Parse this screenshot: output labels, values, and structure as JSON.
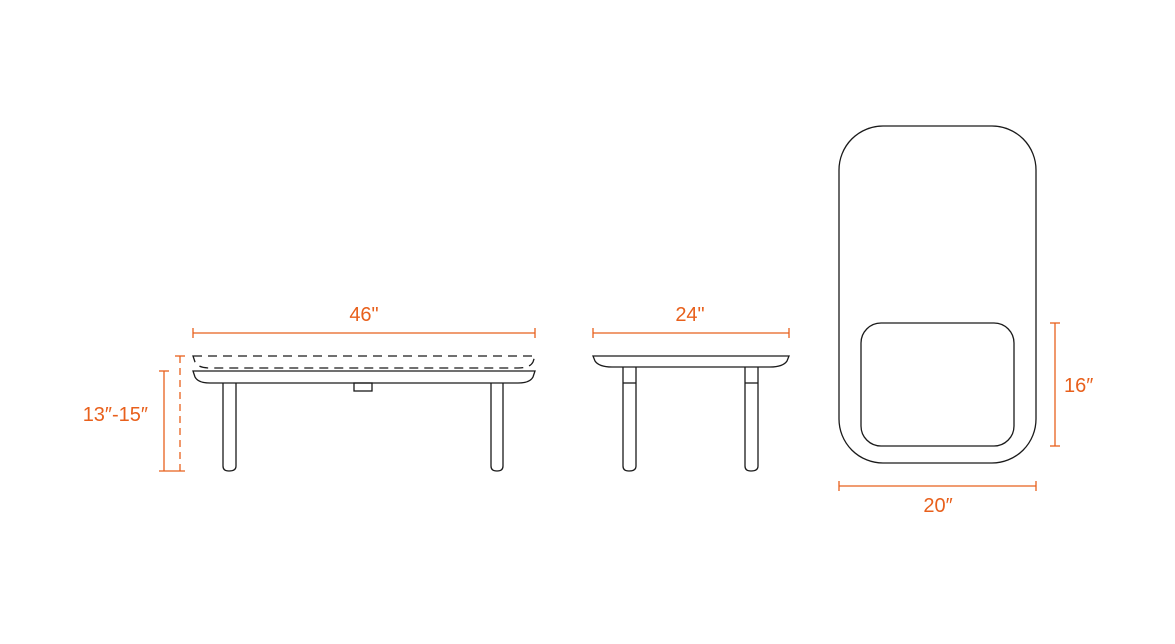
{
  "colors": {
    "outline": "#1a1a1a",
    "dimension": "#e8601c",
    "background": "#ffffff"
  },
  "dimensions": {
    "front_width": "46\"",
    "front_height": "13″-15″",
    "side_width": "24\"",
    "top_width": "20″",
    "top_inset_height": "16″"
  }
}
